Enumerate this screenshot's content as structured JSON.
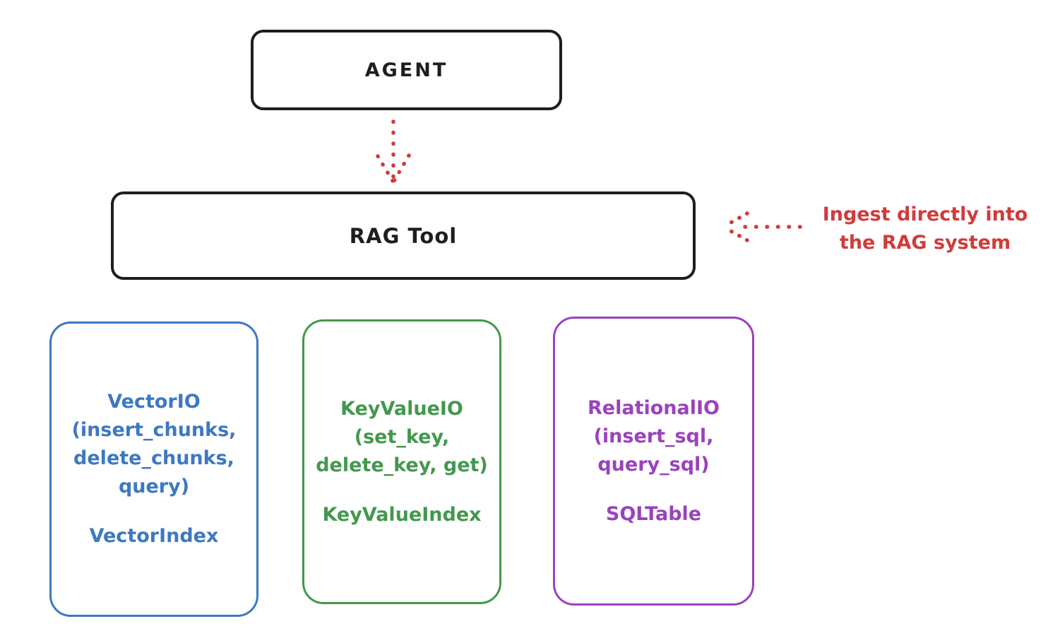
{
  "diagram": {
    "agent": {
      "label": "AGENT"
    },
    "rag_tool": {
      "label": "RAG Tool"
    },
    "ingest_note": {
      "text": "Ingest directly into\nthe RAG system"
    },
    "backends": {
      "vector": {
        "methods": "VectorIO\n(insert_chunks,\ndelete_chunks,\nquery)",
        "index": "VectorIndex",
        "color": "#3d78c2"
      },
      "keyvalue": {
        "methods": "KeyValueIO\n(set_key,\ndelete_key, get)",
        "index": "KeyValueIndex",
        "color": "#43984d"
      },
      "relational": {
        "methods": "RelationalIO\n(insert_sql,\nquery_sql)",
        "index": "SQLTable",
        "color": "#9a42bd"
      }
    },
    "colors": {
      "stroke": "#1e1e1e",
      "accent_red": "#d13b3b",
      "background": "#ffffff"
    }
  }
}
